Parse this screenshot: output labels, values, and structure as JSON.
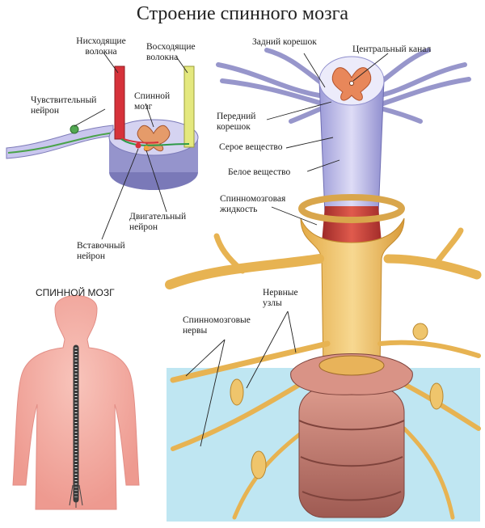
{
  "title": "Строение спинного мозга",
  "labels": {
    "descending_fibers": [
      "Нисходящие",
      "волокна"
    ],
    "ascending_fibers": [
      "Восходящие",
      "волокна"
    ],
    "sensory_neuron": [
      "Чувствительный",
      "нейрон"
    ],
    "spinal_cord": [
      "Спинной",
      "мозг"
    ],
    "motor_neuron": [
      "Двигательный",
      "нейрон"
    ],
    "interneuron": [
      "Вставочный",
      "нейрон"
    ],
    "dorsal_root": "Задний корешок",
    "central_canal": "Центральный канал",
    "ventral_root": [
      "Передний",
      "корешок"
    ],
    "gray_matter": "Серое вещество",
    "white_matter": "Белое вещество",
    "csf": [
      "Спинномозговая",
      "жидкость"
    ],
    "spinal_nerves": [
      "Спинномозговые",
      "нервы"
    ],
    "nerve_ganglia": [
      "Нервные",
      "узлы"
    ],
    "section_spinal_cord": "СПИННОЙ МОЗГ"
  },
  "colors": {
    "nerve": "#f0c66a",
    "gray_matter": "#e9885c",
    "white_matter": "#c9c9ee",
    "cord_sheath": "#a9a8dc",
    "vertebra": "#c0746a",
    "fluid": "#c73a36",
    "body": "#f4a9a0",
    "spine": "#2e2e2e",
    "background_blue": "#bfe6f2"
  }
}
